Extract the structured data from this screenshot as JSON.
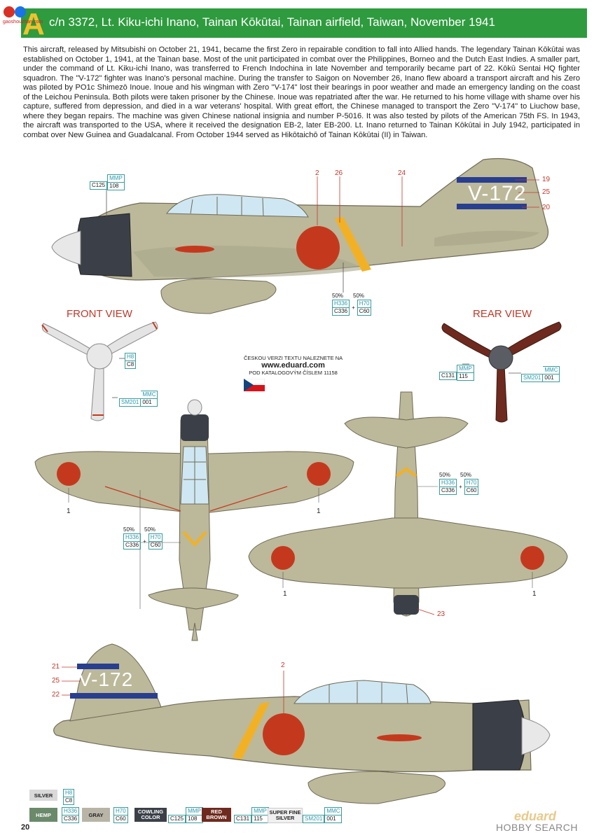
{
  "header": {
    "letter": "A",
    "title": "c/n 3372, Lt. Kiku-ichi Inano, Tainan Kōkūtai, Tainan airfield, Taiwan, November 1941"
  },
  "watermark_top": "gaoshouzhan.com",
  "body_text": "This aircraft, released by Mitsubishi on October 21, 1941, became the first Zero in repairable condition to fall into Allied hands. The legendary Tainan Kōkūtai was established on October 1, 1941, at the Tainan base. Most of the unit participated in combat over the Philippines, Borneo and the Dutch East Indies. A smaller part, under the command of Lt. Kiku-ichi Inano, was transferred to French Indochina in late November and temporarily became part of 22. Kōkū Sentai HQ fighter squadron. The \"V-172\" fighter was Inano's personal machine. During the transfer to Saigon on November 26, Inano flew aboard a transport aircraft and his Zero was piloted by PO1c Shimezō Inoue. Inoue and his wingman with Zero \"V-174\" lost their bearings in poor weather and made an emergency landing on the coast of the Leichou Peninsula. Both pilots were taken prisoner by the Chinese. Inoue was repatriated after the war. He returned to his home village with shame over his capture, suffered from depression, and died in a war veterans' hospital. With great effort, the Chinese managed to transport the Zero \"V-174\" to Liuchow base, where they began repairs. The machine was given Chinese national insignia and number P-5016. It was also tested by pilots of the American 75th FS. In 1943, the aircraft was transported to the USA, where it received the designation EB-2, later EB-200. Lt. Inano returned to Tainan Kōkūtai in July 1942, participated in combat over New Guinea and Guadalcanal. From October 1944 served as Hikōtaichō of Tainan Kōkūtai (II) in Taiwan.",
  "views": {
    "front": "FRONT VIEW",
    "rear": "REAR VIEW"
  },
  "tail_code": "V-172",
  "callouts": {
    "n2": "2",
    "n26": "26",
    "n24": "24",
    "n19": "19",
    "n25": "25",
    "n20": "20",
    "n1": "1",
    "n23": "23",
    "n21": "21",
    "n22": "22"
  },
  "paint_codes": {
    "mmp": "MMP",
    "c125": "C125",
    "p108": "108",
    "pct50": "50%",
    "h336": "H336",
    "c336": "C336",
    "h70": "H70",
    "c60": "C60",
    "plus": "+",
    "h8": "H8",
    "c8": "C8",
    "sm201": "SM201",
    "mmc": "MMC",
    "p001": "001",
    "c131": "C131",
    "p115": "115"
  },
  "czech_note": {
    "line1": "ČESKOU VERZI TEXTU NALEZNETE NA",
    "url": "www.eduard.com",
    "line2": "POD KATALOGOVÝM ČÍSLEM 11158"
  },
  "legend": [
    {
      "name": "SILVER",
      "codes": [
        "H8",
        "C8"
      ],
      "color": "#d9d9d9"
    },
    {
      "name": "HEMP",
      "codes": [
        "H336",
        "C336"
      ],
      "color": "#6b8a6b"
    },
    {
      "name": "GRAY",
      "codes": [
        "H70",
        "C60"
      ],
      "color": "#b8b4a6"
    },
    {
      "name": "COWLING COLOR",
      "codes": [
        "MMP",
        "C125",
        "108"
      ],
      "color": "#3b4048"
    },
    {
      "name": "RED BROWN",
      "codes": [
        "MMP",
        "C131",
        "115"
      ],
      "color": "#6e2a1e"
    },
    {
      "name": "SUPER FINE SILVER",
      "codes": [
        "SM201",
        "MMC",
        "001"
      ],
      "color": "#f0f0f0"
    }
  ],
  "page_number": "20",
  "brand": {
    "eduard": "eduard",
    "hobby": "HOBBY SEARCH"
  },
  "colors": {
    "header_green": "#2e9b3e",
    "aircraft": "#bcb89a",
    "cowling": "#3b4048",
    "hinomaru": "#c4391d",
    "band_blue": "#283e8f",
    "yellow": "#f2b125",
    "callout_red": "#c0392b"
  }
}
